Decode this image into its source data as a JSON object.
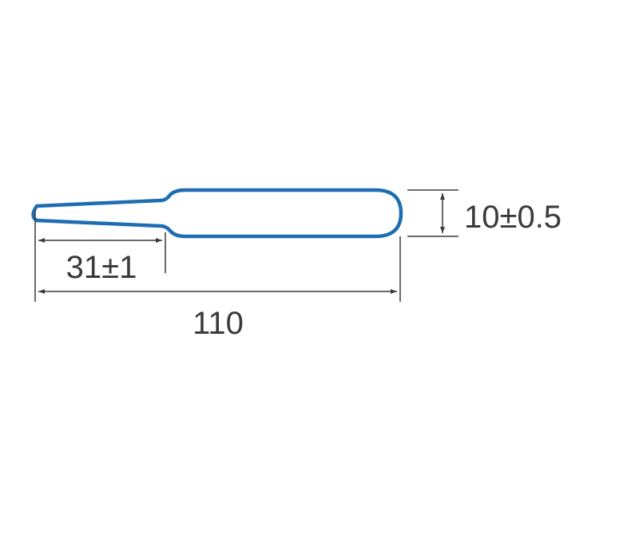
{
  "drawing": {
    "outline_color": "#1e6db3",
    "dimension_color": "#3a3a3a",
    "dimensions": {
      "tip_length": "31±1",
      "overall_length": "110",
      "width": "10±0.5"
    }
  }
}
